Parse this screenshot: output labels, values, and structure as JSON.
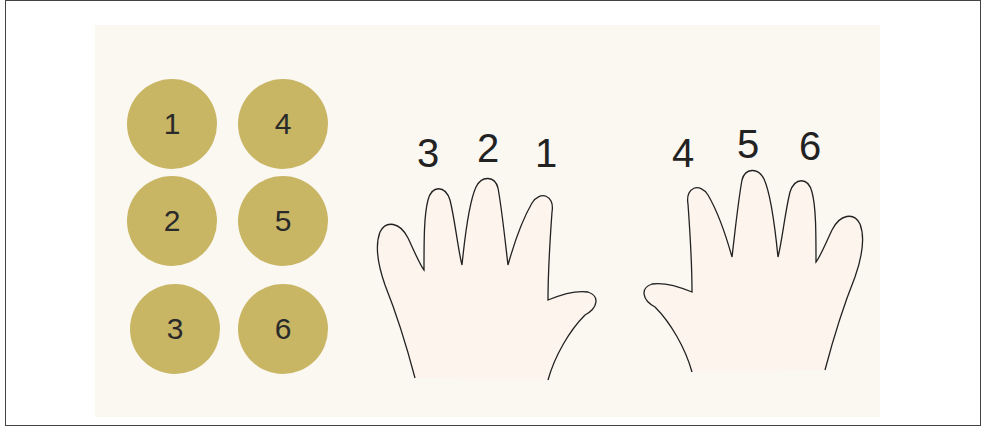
{
  "diagram": {
    "nodes": [
      {
        "text": [
          "1"
        ]
      },
      {
        "text": [
          "4"
        ]
      },
      {
        "text": [
          "2"
        ]
      },
      {
        "text": [
          "5"
        ]
      },
      {
        "text": [
          "3"
        ]
      },
      {
        "text": [
          "6"
        ]
      }
    ],
    "labels": [
      "3",
      "2",
      "1",
      "4",
      "5",
      "6"
    ]
  }
}
